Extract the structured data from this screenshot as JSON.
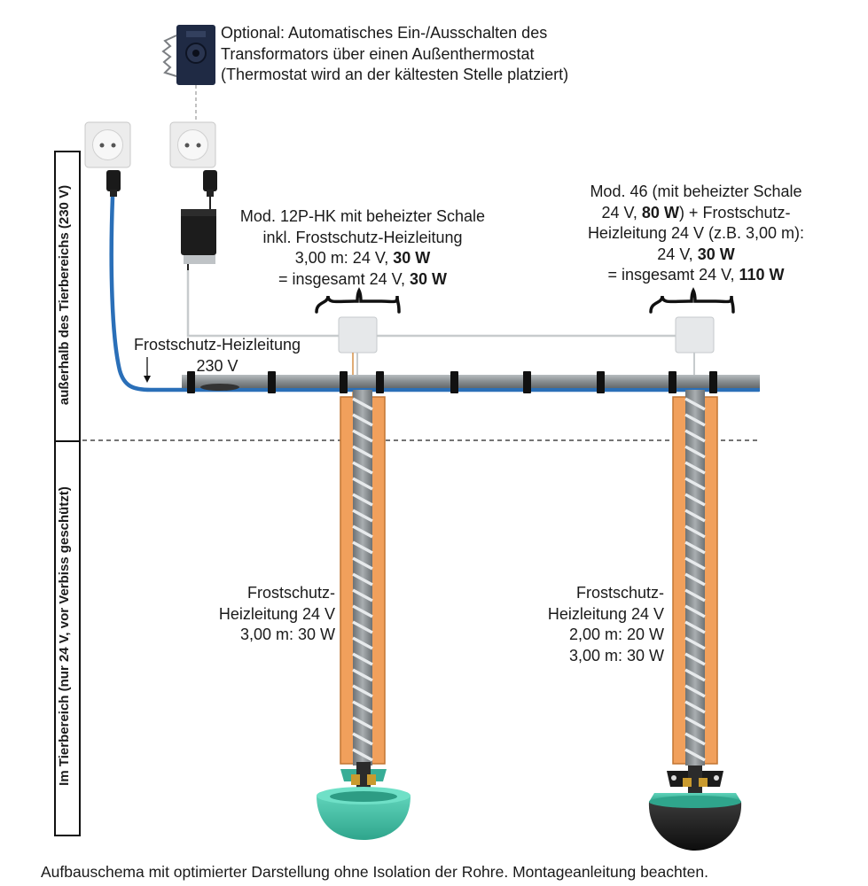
{
  "side_labels": {
    "outside": "außerhalb des Tierbereichs (230 V)",
    "inside": "Im Tierbereich (nur 24 V, vor Verbiss geschützt)"
  },
  "thermostat_note": [
    "Optional: Automatisches Ein-/Ausschalten des",
    "Transformators über einen Außenthermostat",
    "(Thermostat wird an der kältesten Stelle platziert)"
  ],
  "mod12": {
    "line1": "Mod. 12P-HK mit beheizter Schale",
    "line2": "inkl. Frostschutz-Heizleitung",
    "line3_prefix": "3,00 m: 24 V, ",
    "line3_bold": "30 W",
    "line4_prefix": "= insgesamt 24 V, ",
    "line4_bold": "30 W"
  },
  "mod46": {
    "line1": "Mod. 46 (mit beheizter Schale",
    "line2_prefix": "24 V, ",
    "line2_bold": "80 W",
    "line2_suffix": ") + Frostschutz-",
    "line3": "Heizleitung 24 V (z.B. 3,00 m):",
    "line4_prefix": "24 V, ",
    "line4_bold": "30 W",
    "line5_prefix": "= insgesamt 24 V, ",
    "line5_bold": "110 W"
  },
  "main_cable": {
    "line1": "Frostschutz-Heizleitung",
    "line2": "230 V"
  },
  "left_pipe_label": [
    "Frostschutz-",
    "Heizleitung 24 V",
    "3,00 m: 30 W"
  ],
  "right_pipe_label": [
    "Frostschutz-",
    "Heizleitung 24 V",
    "2,00 m: 20 W",
    "3,00 m: 30 W"
  ],
  "footer": "Aufbauschema mit optimierter Darstellung ohne Isolation der Rohre. Montageanleitung beachten.",
  "colors": {
    "cable_blue": "#2a6fb8",
    "pipe_gray": "#8d9396",
    "insulation_orange": "#f1a05c",
    "bowl_turquoise": "#3fb9a0",
    "bowl_black": "#1b1b1b"
  }
}
